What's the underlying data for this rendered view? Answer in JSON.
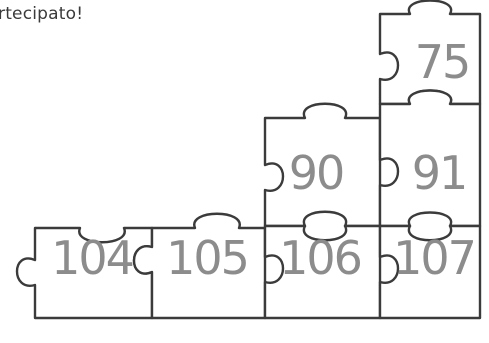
{
  "caption": {
    "text": "rtecipato!"
  },
  "pieces": [
    {
      "number": "75"
    },
    {
      "number": "90"
    },
    {
      "number": "91"
    },
    {
      "number": "104"
    },
    {
      "number": "105"
    },
    {
      "number": "106"
    },
    {
      "number": "107"
    }
  ]
}
